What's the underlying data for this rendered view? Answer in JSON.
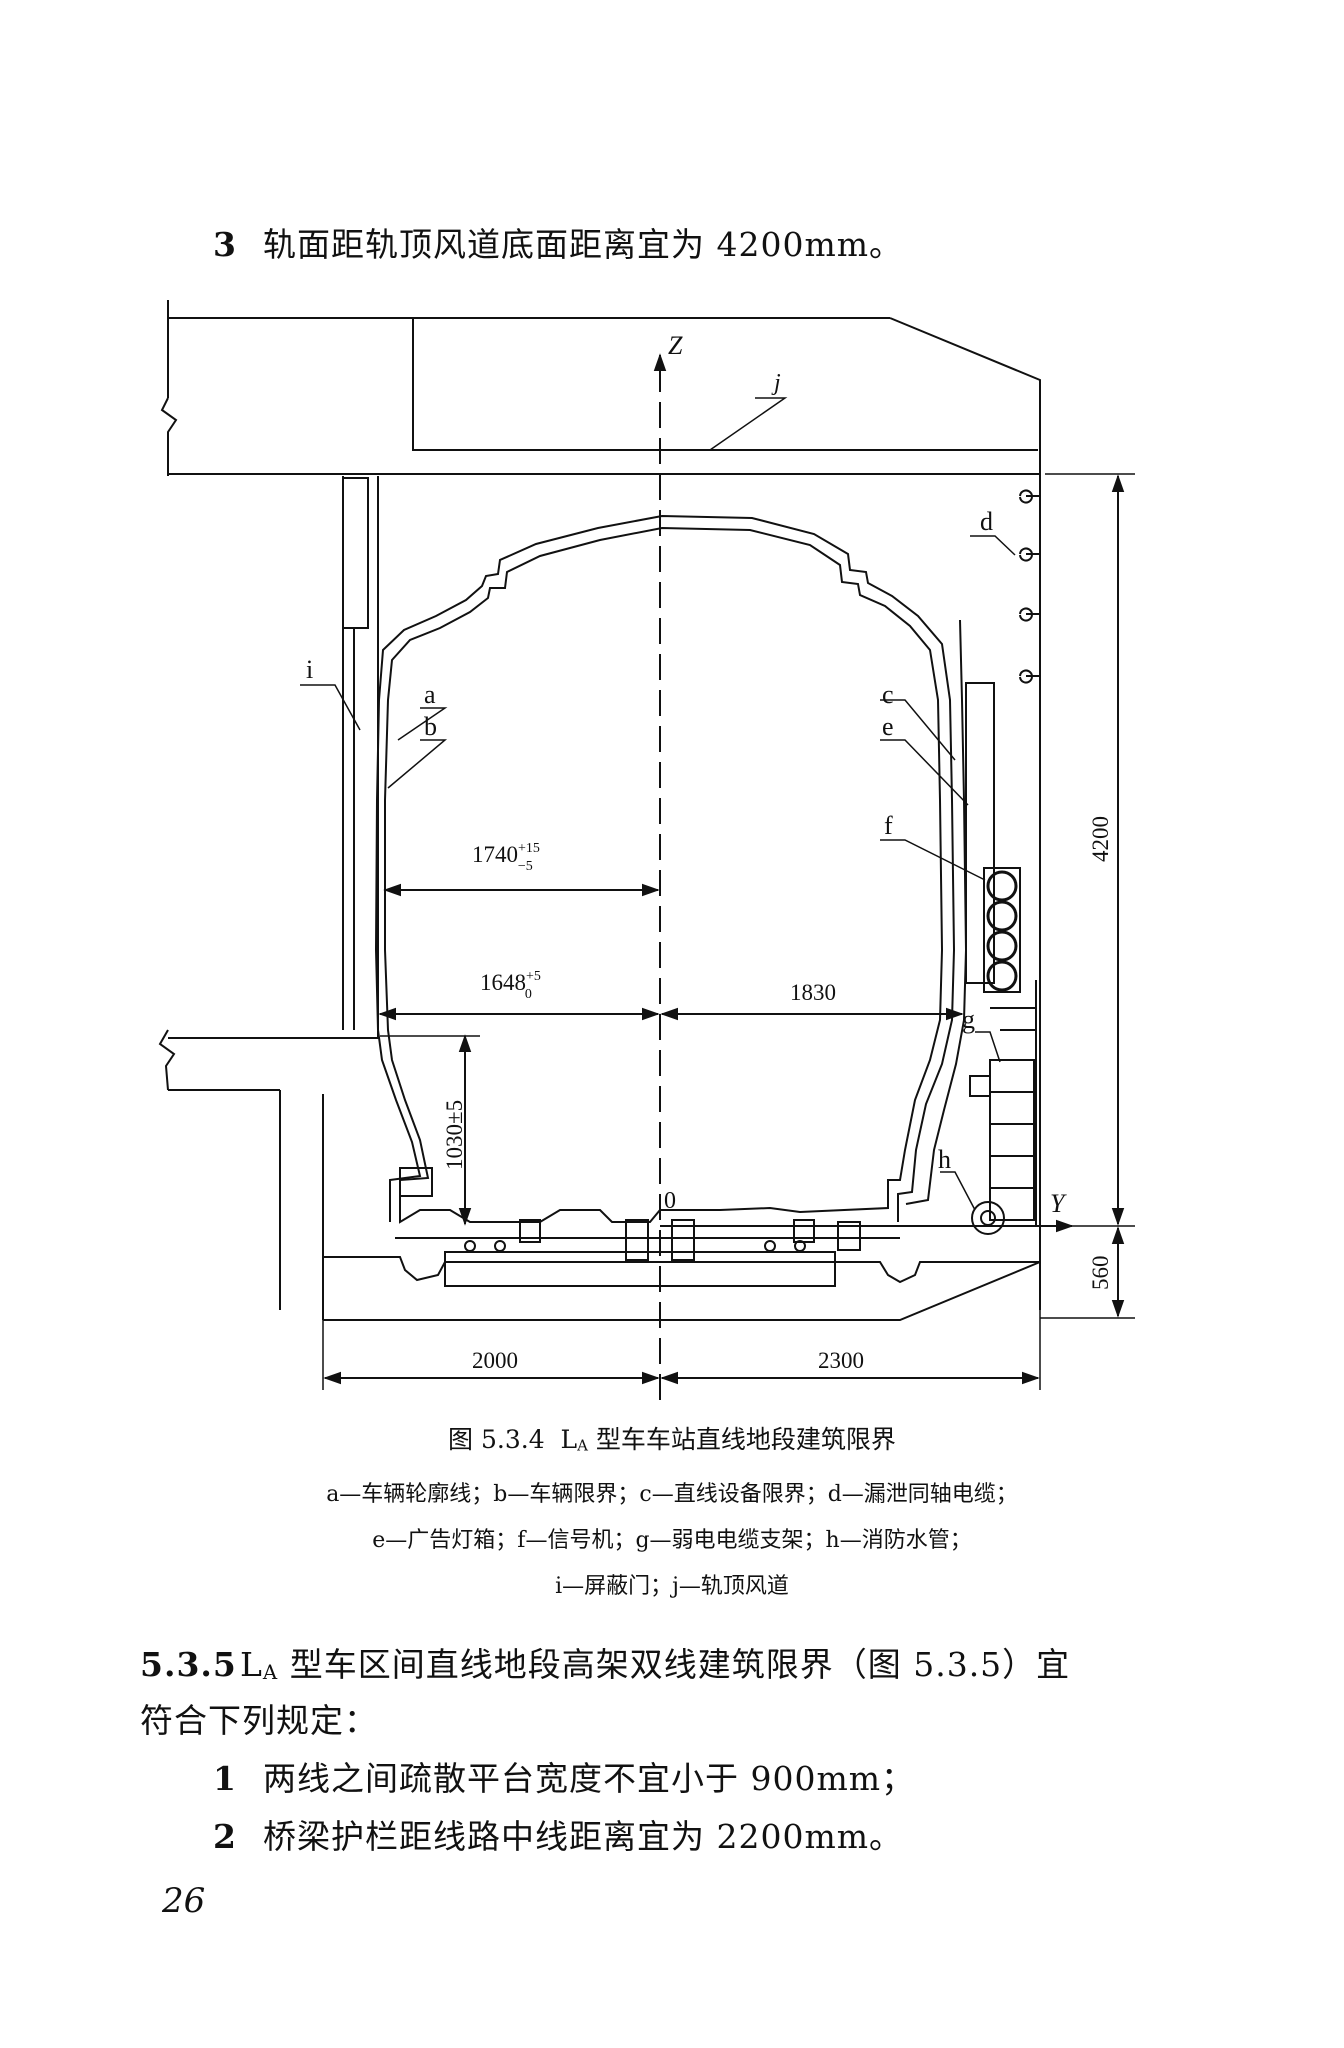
{
  "clause3": {
    "num": "3",
    "text": "轨面距轨顶风道底面距离宜为 4200mm。"
  },
  "figure": {
    "labels": {
      "a": "a",
      "b": "b",
      "c": "c",
      "d": "d",
      "e": "e",
      "f": "f",
      "g": "g",
      "h": "h",
      "i": "i",
      "j": "j",
      "z": "Z",
      "y": "Y",
      "origin": "0"
    },
    "dims": {
      "w1740_main": "1740",
      "w1740_sup": "+15",
      "w1740_sub": "−5",
      "w1648_main": "1648",
      "w1648_sup": "+5",
      "w1648_sub": "0",
      "w1830": "1830",
      "h1030": "1030±5",
      "h4200": "4200",
      "h560": "560",
      "w2000": "2000",
      "w2300": "2300"
    }
  },
  "caption": {
    "prefix": "图 5.3.4",
    "l": "L",
    "sub": "A",
    "rest": "型车车站直线地段建筑限界"
  },
  "legend": [
    "a—车辆轮廓线；b—车辆限界；c—直线设备限界；d—漏泄同轴电缆；",
    "e—广告灯箱；f—信号机；g—弱电电缆支架；h—消防水管；",
    "i—屏蔽门；j—轨顶风道"
  ],
  "clause535": {
    "num": "5.3.5",
    "l": "L",
    "sub": "A",
    "text1": "型车区间直线地段高架双线建筑限界（图 5.3.5）宜",
    "text2": "符合下列规定："
  },
  "item1": {
    "num": "1",
    "text": "两线之间疏散平台宽度不宜小于 900mm；"
  },
  "item2": {
    "num": "2",
    "text": "桥梁护栏距线路中线距离宜为 2200mm。"
  },
  "page_number": "26"
}
